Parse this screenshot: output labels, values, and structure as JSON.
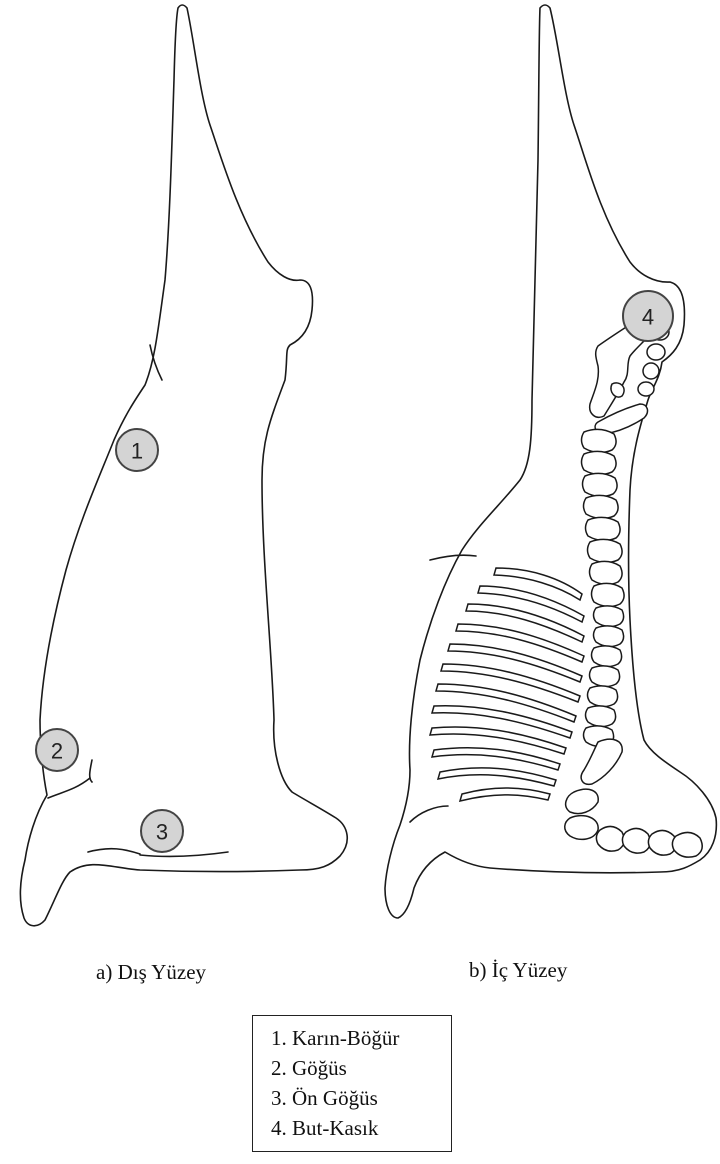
{
  "panels": [
    {
      "caption": "a) Dış Yüzey"
    },
    {
      "caption": "b) İç Yüzey"
    }
  ],
  "markers": [
    "1",
    "2",
    "3",
    "4"
  ],
  "legend": [
    "1. Karın-Böğür",
    "2. Göğüs",
    "3. Ön Göğüs",
    "4. But-Kasık"
  ]
}
